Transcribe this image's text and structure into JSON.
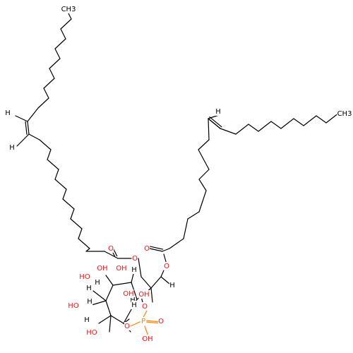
{
  "diagram": {
    "type": "chemical-structure",
    "colors": {
      "carbon": "#000000",
      "oxygen": "#ff0d0d",
      "phosphorus": "#ff8000",
      "hydrogen": "#000000",
      "background": "#ffffff"
    },
    "atom_labels": [
      {
        "id": "ch3_top",
        "text": "CH3",
        "element": "C"
      },
      {
        "id": "h_alkene_left_1",
        "text": "H",
        "element": "H"
      },
      {
        "id": "h_alkene_left_2",
        "text": "H",
        "element": "H"
      },
      {
        "id": "h_alkene_right",
        "text": "H",
        "element": "H"
      },
      {
        "id": "ch3_right",
        "text": "CH3",
        "element": "C"
      },
      {
        "id": "o_carbonyl_left",
        "text": "O",
        "element": "O"
      },
      {
        "id": "o_ester_left",
        "text": "O",
        "element": "O"
      },
      {
        "id": "o_carbonyl_right",
        "text": "O",
        "element": "O"
      },
      {
        "id": "o_ester_right",
        "text": "O",
        "element": "O"
      },
      {
        "id": "h_glycerol",
        "text": "H",
        "element": "H"
      },
      {
        "id": "o_phosphate_glycerol",
        "text": "O",
        "element": "O"
      },
      {
        "id": "p_phosphate",
        "text": "P",
        "element": "P"
      },
      {
        "id": "o_p_double",
        "text": "O",
        "element": "O"
      },
      {
        "id": "oh_p",
        "text": "OH",
        "element": "O"
      },
      {
        "id": "o_ring_ester",
        "text": "O",
        "element": "O"
      },
      {
        "id": "h_ring_1",
        "text": "H",
        "element": "H"
      },
      {
        "id": "oh_ring_1",
        "text": "OH",
        "element": "O"
      },
      {
        "id": "oh_ring_2",
        "text": "OH",
        "element": "O"
      },
      {
        "id": "h_ring_2",
        "text": "H",
        "element": "H"
      },
      {
        "id": "oh_ring_3",
        "text": "OH",
        "element": "O"
      },
      {
        "id": "h_ring_3",
        "text": "H",
        "element": "H"
      },
      {
        "id": "oh_ring_4",
        "text": "OH",
        "element": "O"
      },
      {
        "id": "h_ring_4",
        "text": "H",
        "element": "H"
      },
      {
        "id": "oh_ring_5",
        "text": "HO",
        "element": "O"
      },
      {
        "id": "h_ring_5",
        "text": "H",
        "element": "H"
      },
      {
        "id": "oh_ring_6",
        "text": "HO",
        "element": "O"
      },
      {
        "id": "h_ring_6",
        "text": "H",
        "element": "H"
      },
      {
        "id": "h_ring_7",
        "text": "H",
        "element": "H"
      },
      {
        "id": "oh_ring_7",
        "text": "HO",
        "element": "O"
      }
    ]
  }
}
